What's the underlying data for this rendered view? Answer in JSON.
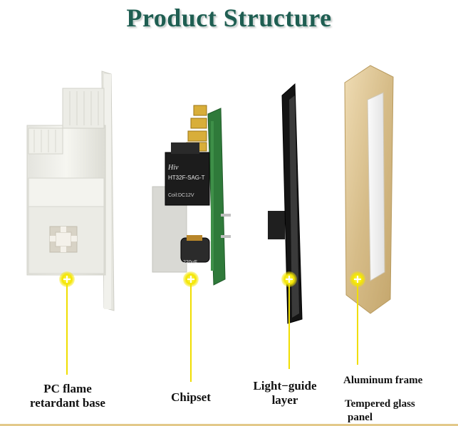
{
  "title": "Product Structure",
  "components": [
    {
      "name": "PC flame retardant base",
      "lines": [
        "PC flame",
        "retardant base"
      ]
    },
    {
      "name": "Chipset",
      "lines": [
        "Chipset"
      ]
    },
    {
      "name": "Light-guide layer",
      "lines": [
        "Light−guide",
        "layer"
      ]
    },
    {
      "name": "Aluminum frame",
      "lines": [
        "Aluminum frame"
      ]
    },
    {
      "name": "Tempered glass panel",
      "lines": [
        "Tempered glass",
        "panel"
      ]
    }
  ],
  "relay": {
    "brand": "Hiv",
    "model": "HT32F-SAG-T",
    "coil": "Coil:DC12V"
  },
  "capacitor": "220uF",
  "colors": {
    "title": "#1f5e52",
    "marker": "#f2e600",
    "marker_cross": "#ffffff",
    "leader": "#f0de00",
    "frame": "#d8bf8c",
    "base": "#efefe9",
    "pcb": "#2f7a3a"
  }
}
